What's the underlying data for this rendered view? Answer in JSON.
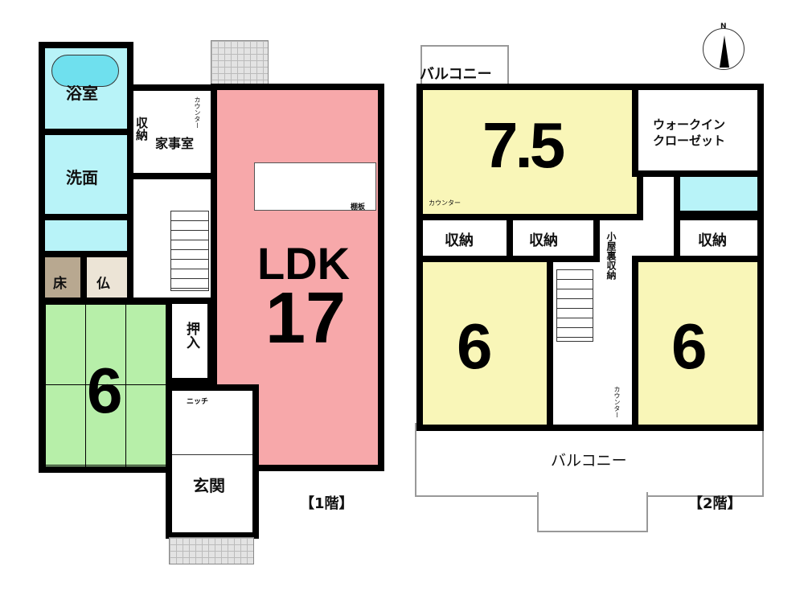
{
  "floor1": {
    "label": "【1階】",
    "rooms": {
      "bath": "浴室",
      "wash": "洗面",
      "storage": "収納",
      "utility": "家事室",
      "counter": "カウンター",
      "shelf": "棚板",
      "ldk_name": "LDK",
      "ldk_size": "17",
      "toko": "床",
      "butsu": "仏",
      "washitsu_size": "6",
      "oshiire": "押入",
      "niche": "ニッチ",
      "genkan": "玄関"
    }
  },
  "floor2": {
    "label": "【2階】",
    "rooms": {
      "balcony_top": "バルコニー",
      "room1_size": "7.5",
      "wic": "ウォークイン\nクローゼット",
      "counter": "カウンター",
      "storage1": "収納",
      "storage2": "収納",
      "storage3": "収納",
      "attic": "小屋裏収納",
      "room2_size": "6",
      "room3_size": "6",
      "counter2": "カウンター",
      "balcony_bottom": "バルコニー"
    }
  },
  "compass": {
    "label": "N"
  },
  "colors": {
    "ldk": "#f7a8aa",
    "wet": "#b8f3f8",
    "washitsu": "#b7efa9",
    "bedroom": "#f9f6b8",
    "toko": "#b8a890"
  }
}
